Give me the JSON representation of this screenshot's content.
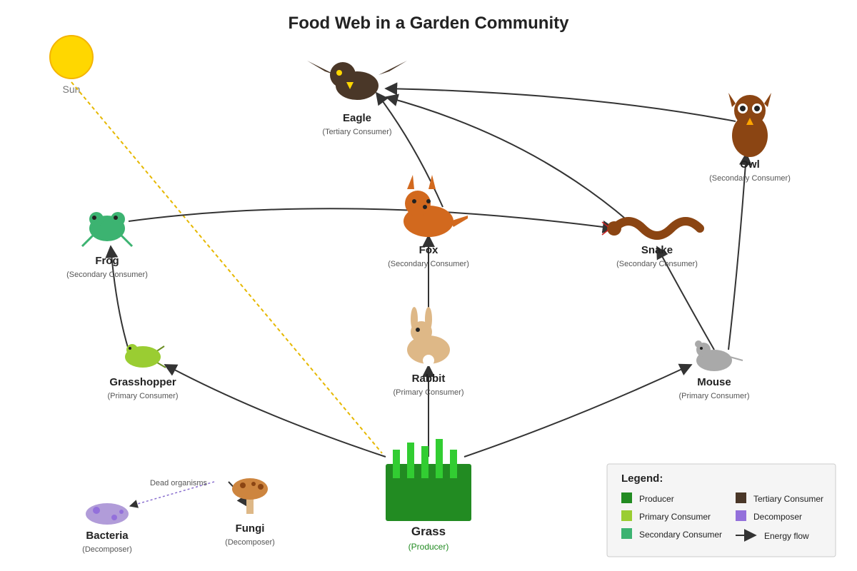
{
  "title": "Food Web in a Garden Community",
  "sun": {
    "label": "Sun"
  },
  "organisms": {
    "eagle": {
      "name": "Eagle",
      "role": "(Tertiary Consumer)"
    },
    "owl": {
      "name": "Owl",
      "role": "(Secondary Consumer)"
    },
    "fox": {
      "name": "Fox",
      "role": "(Secondary Consumer)"
    },
    "frog": {
      "name": "Frog",
      "role": "(Secondary Consumer)"
    },
    "snake": {
      "name": "Snake",
      "role": "(Secondary Consumer)"
    },
    "rabbit": {
      "name": "Rabbit",
      "role": "(Primary Consumer)"
    },
    "grasshopper": {
      "name": "Grasshopper",
      "role": "(Primary Consumer)"
    },
    "mouse": {
      "name": "Mouse",
      "role": "(Primary Consumer)"
    },
    "grass": {
      "name": "Grass",
      "role": "(Producer)"
    },
    "fungi": {
      "name": "Fungi",
      "role": "(Decomposer)"
    },
    "bacteria": {
      "name": "Bacteria",
      "role": "(Decomposer)"
    }
  },
  "annotations": {
    "dead_organisms": "Dead organisms"
  },
  "legend": {
    "title": "Legend:",
    "items": [
      {
        "label": "Producer",
        "color": "#228B22"
      },
      {
        "label": "Primary Consumer",
        "color": "#9ACD32"
      },
      {
        "label": "Secondary Consumer",
        "color": "#3CB371"
      },
      {
        "label": "Tertiary Consumer",
        "color": "#4A3728"
      },
      {
        "label": "Decomposer",
        "color": "#9370DB"
      }
    ],
    "flow_label": "Energy flow"
  },
  "colors": {
    "sun": "#FFD700",
    "eagle": "#4A3728",
    "owl": "#8B4513",
    "fox": "#D2691E",
    "frog": "#3CB371",
    "snake": "#8B4513",
    "rabbit": "#DEB887",
    "grasshopper": "#9ACD32",
    "mouse": "#A9A9A9",
    "grass": "#228B22",
    "grass_blades": "#32CD32",
    "fungi": "#CD853F",
    "bacteria": "#B19CD9"
  }
}
